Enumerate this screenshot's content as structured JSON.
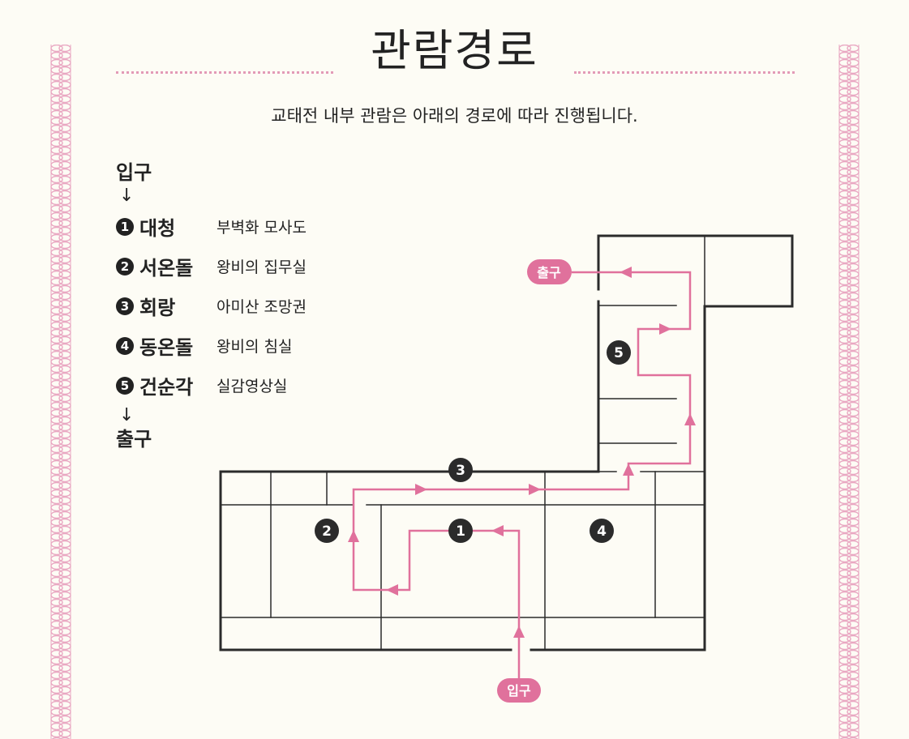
{
  "title": "관람경로",
  "subtitle": "교태전 내부 관람은 아래의 경로에 따라 진행됩니다.",
  "route": {
    "entry": "입구",
    "exit": "출구",
    "arrow": "↓",
    "stops": [
      {
        "num": "1",
        "name": "대청",
        "desc": "부벽화 모사도"
      },
      {
        "num": "2",
        "name": "서온돌",
        "desc": "왕비의 집무실"
      },
      {
        "num": "3",
        "name": "회랑",
        "desc": "아미산 조망권"
      },
      {
        "num": "4",
        "name": "동온돌",
        "desc": "왕비의 침실"
      },
      {
        "num": "5",
        "name": "건순각",
        "desc": "실감영상실"
      }
    ]
  },
  "plan": {
    "entry_label": "입구",
    "exit_label": "출구",
    "markers": [
      "1",
      "2",
      "3",
      "4",
      "5"
    ]
  },
  "colors": {
    "accent_pink": "#e0719c",
    "wall": "#2b2b2b",
    "background": "#fdfcf5",
    "border_pattern": "#e9a8c2"
  }
}
